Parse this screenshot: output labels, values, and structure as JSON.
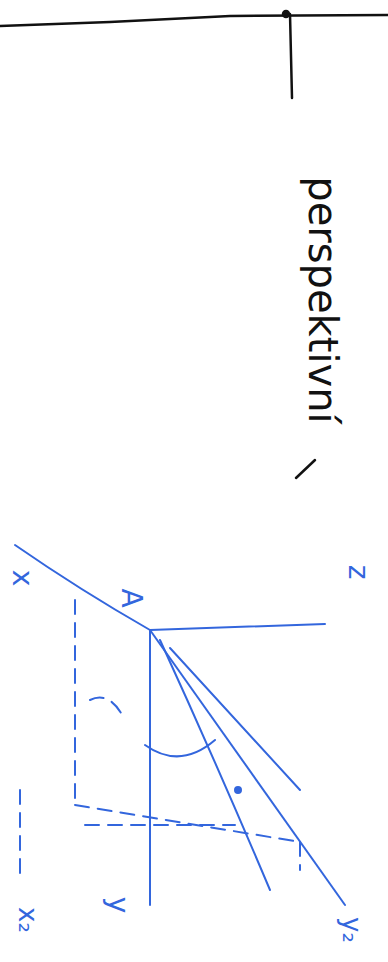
{
  "diagram": {
    "labels": [
      "perspektivní",
      "x",
      "A",
      "z",
      "x₂",
      "y",
      "y₂"
    ]
  }
}
